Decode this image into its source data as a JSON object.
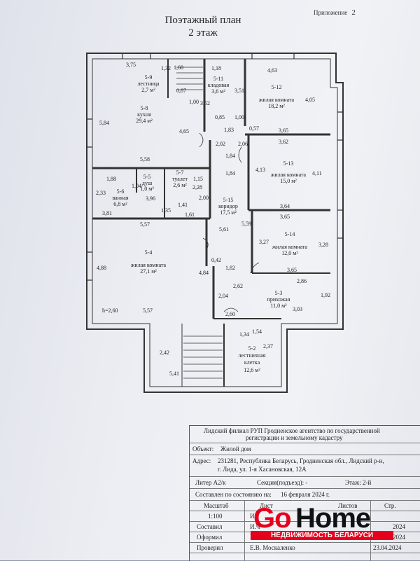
{
  "header": {
    "title_line1": "Поэтажный план",
    "title_line2": "2 этаж",
    "appendix_label": "Приложение",
    "appendix_num": "2"
  },
  "plan": {
    "dims": [
      "3,75",
      "1,32",
      "1,68",
      "1,18",
      "4,63",
      "0,87",
      "3,52",
      "3,51",
      "4,05",
      "1,00",
      "0,85",
      "1,00",
      "1,83",
      "0,57",
      "3,65",
      "5,84",
      "4,65",
      "2,02",
      "2,06",
      "1,84",
      "3,62",
      "5,58",
      "1,84",
      "4,13",
      "4,11",
      "1,88",
      "1,04",
      "2,33",
      "3,96",
      "1,15",
      "2,28",
      "2,00",
      "1,41",
      "1,35",
      "1,61",
      "3,64",
      "3,81",
      "5,57",
      "3,65",
      "5,61",
      "5,59",
      "3,27",
      "3,28",
      "0,42",
      "4,88",
      "4,84",
      "1,82",
      "3,65",
      "2,62",
      "2,86",
      "2,04",
      "1,92",
      "3,03",
      "2,60",
      "h=2,60",
      "5,57",
      "1,34",
      "1,54",
      "2,42",
      "2,37",
      "5,41"
    ],
    "rooms": [
      {
        "code": "5-9",
        "name": "лестница",
        "area": "2,7 м²"
      },
      {
        "code": "5-11",
        "name": "кладовая",
        "area": "3,6 м²"
      },
      {
        "code": "5-12",
        "name": "жилая комната",
        "area": "18,2 м²"
      },
      {
        "code": "5-8",
        "name": "кухня",
        "area": "29,4 м²"
      },
      {
        "code": "5-13",
        "name": "жилая комната",
        "area": "15,0 м²"
      },
      {
        "code": "5-5",
        "name": "душ",
        "area": "1,0 м²"
      },
      {
        "code": "5-7",
        "name": "туалет",
        "area": "2,6 м²"
      },
      {
        "code": "5-6",
        "name": "ванная",
        "area": "6,8 м²"
      },
      {
        "code": "5-15",
        "name": "коридор",
        "area": "17,5 м²"
      },
      {
        "code": "5-14",
        "name": "жилая комната",
        "area": "12,0 м²"
      },
      {
        "code": "5-4",
        "name": "жилая комната",
        "area": "27,1 м²"
      },
      {
        "code": "5-3",
        "name": "прихожая",
        "area": "11,0 м²"
      },
      {
        "code": "5-2",
        "name": "лестничная клетка",
        "area": "12,6 м²"
      }
    ]
  },
  "stamp": {
    "org_line1": "Лидский филиал РУП Гродненское агентство по государственной",
    "org_line2": "регистрации и земельному кадастру",
    "object_label": "Объект:",
    "object_value": "Жилой дом",
    "address_label": "Адрес:",
    "address_line1": "231281, Республика Беларусь, Гродненская обл., Лидский р-н,",
    "address_line2": "г. Лида, ул. 1-я Хасановская, 12А",
    "litera_label": "Литер",
    "litera_value": "А2/к",
    "section_label": "Секция(подъезд):",
    "section_value": "-",
    "floor_label": "Этаж:",
    "floor_value": "2-й",
    "compiled_label": "Составлен по состоянию на:",
    "compiled_value": "16 февраля 2024 г.",
    "scale_label": "Масштаб",
    "scale_value": "1:100",
    "sheet_label": "Лист",
    "sheets_label": "Листов",
    "page_label": "Стр.",
    "row_i1": "И.",
    "row_i2": "И.Ч",
    "row_i3": "И.",
    "composed_label": "Составил",
    "designed_label": "Оформил",
    "checked_label": "Проверил",
    "checked_name": "Е.В. Москаленко",
    "date1": "2024",
    "date2": "2024",
    "date3": "23.04.2024"
  },
  "watermark": {
    "brand_go": "Go",
    "brand_home": "Home",
    "tagline": "НЕДВИЖИМОСТЬ БЕЛАРУСИ",
    "brand_color": "#e5001c"
  }
}
